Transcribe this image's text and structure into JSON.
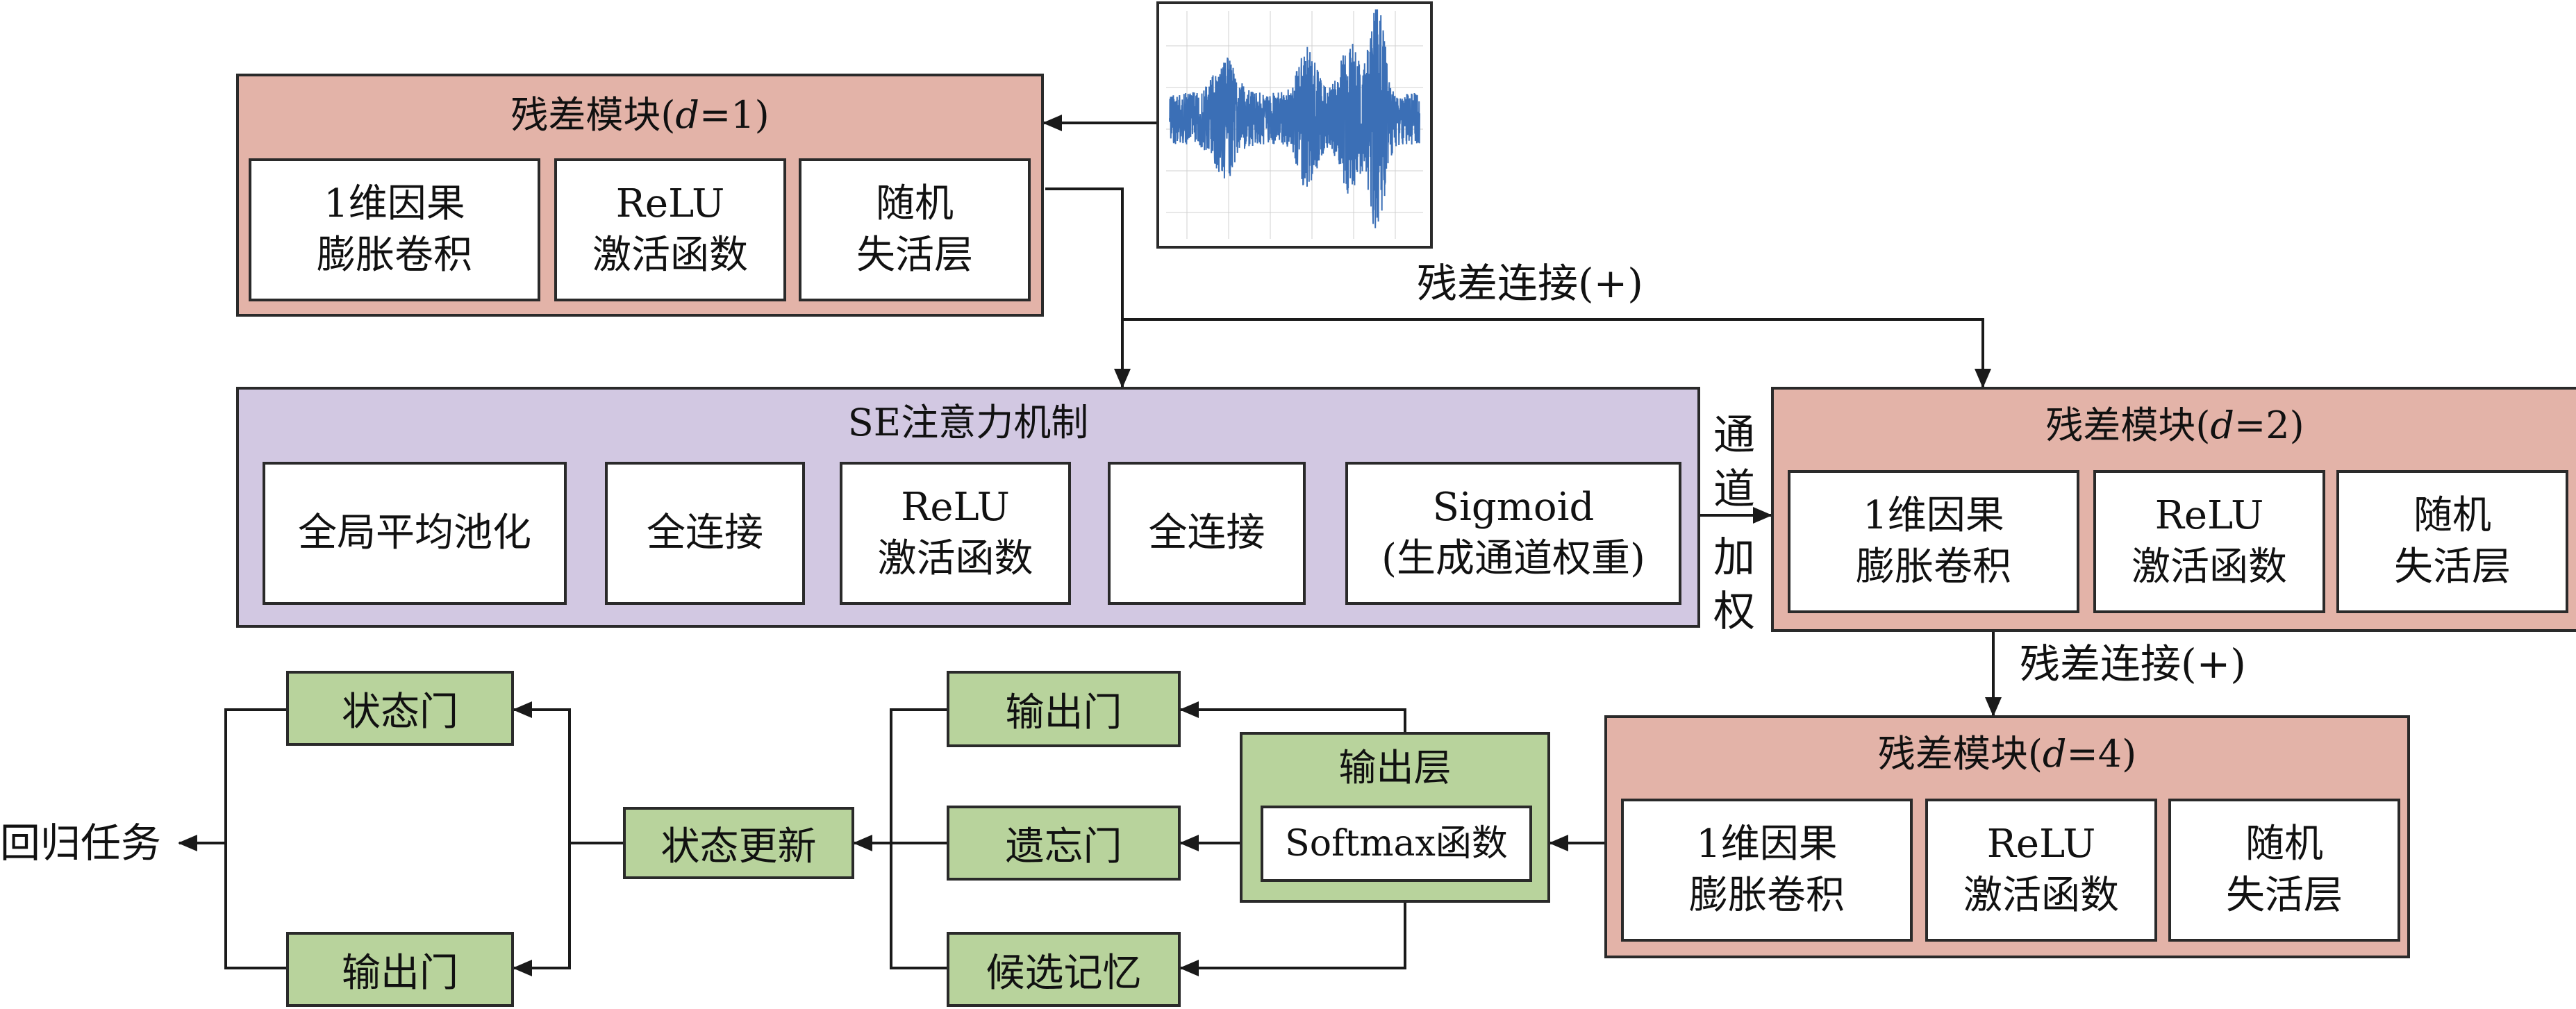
{
  "input_signal": {
    "icon": "vibration-waveform-icon",
    "color": "#3b6fb6"
  },
  "residual_blocks": [
    {
      "title": "残差模块(d=1)",
      "title_prefix": "残差模块(",
      "d": "d",
      "title_suffix": "=1)",
      "cells": [
        "1维因果\n膨胀卷积",
        "ReLU\n激活函数",
        "随机\n失活层"
      ]
    },
    {
      "title": "残差模块(d=2)",
      "title_prefix": "残差模块(",
      "d": "d",
      "title_suffix": "=2)",
      "cells": [
        "1维因果\n膨胀卷积",
        "ReLU\n激活函数",
        "随机\n失活层"
      ]
    },
    {
      "title": "残差模块(d=4)",
      "title_prefix": "残差模块(",
      "d": "d",
      "title_suffix": "=4)",
      "cells": [
        "1维因果\n膨胀卷积",
        "ReLU\n激活函数",
        "随机\n失活层"
      ]
    }
  ],
  "residual_connection_label": "残差连接(+)",
  "se_block": {
    "title": "SE注意力机制",
    "cells": [
      "全局平均池化",
      "全连接",
      "ReLU\n激活函数",
      "全连接",
      "Sigmoid\n(生成通道权重)"
    ]
  },
  "channel_weighting_label": [
    "通",
    "道",
    "加",
    "权"
  ],
  "output_layer": {
    "title": "输出层",
    "inner": "Softmax函数"
  },
  "lstm_gates_right": [
    "输出门",
    "遗忘门",
    "候选记忆"
  ],
  "state_update": "状态更新",
  "lstm_gates_left": [
    "状态门",
    "输出门"
  ],
  "task_label": "回归任务",
  "colors": {
    "residual": "#e3b3a8",
    "se": "#d2c8e2",
    "lstm": "#b8d39c",
    "line": "#2a2a2a"
  }
}
